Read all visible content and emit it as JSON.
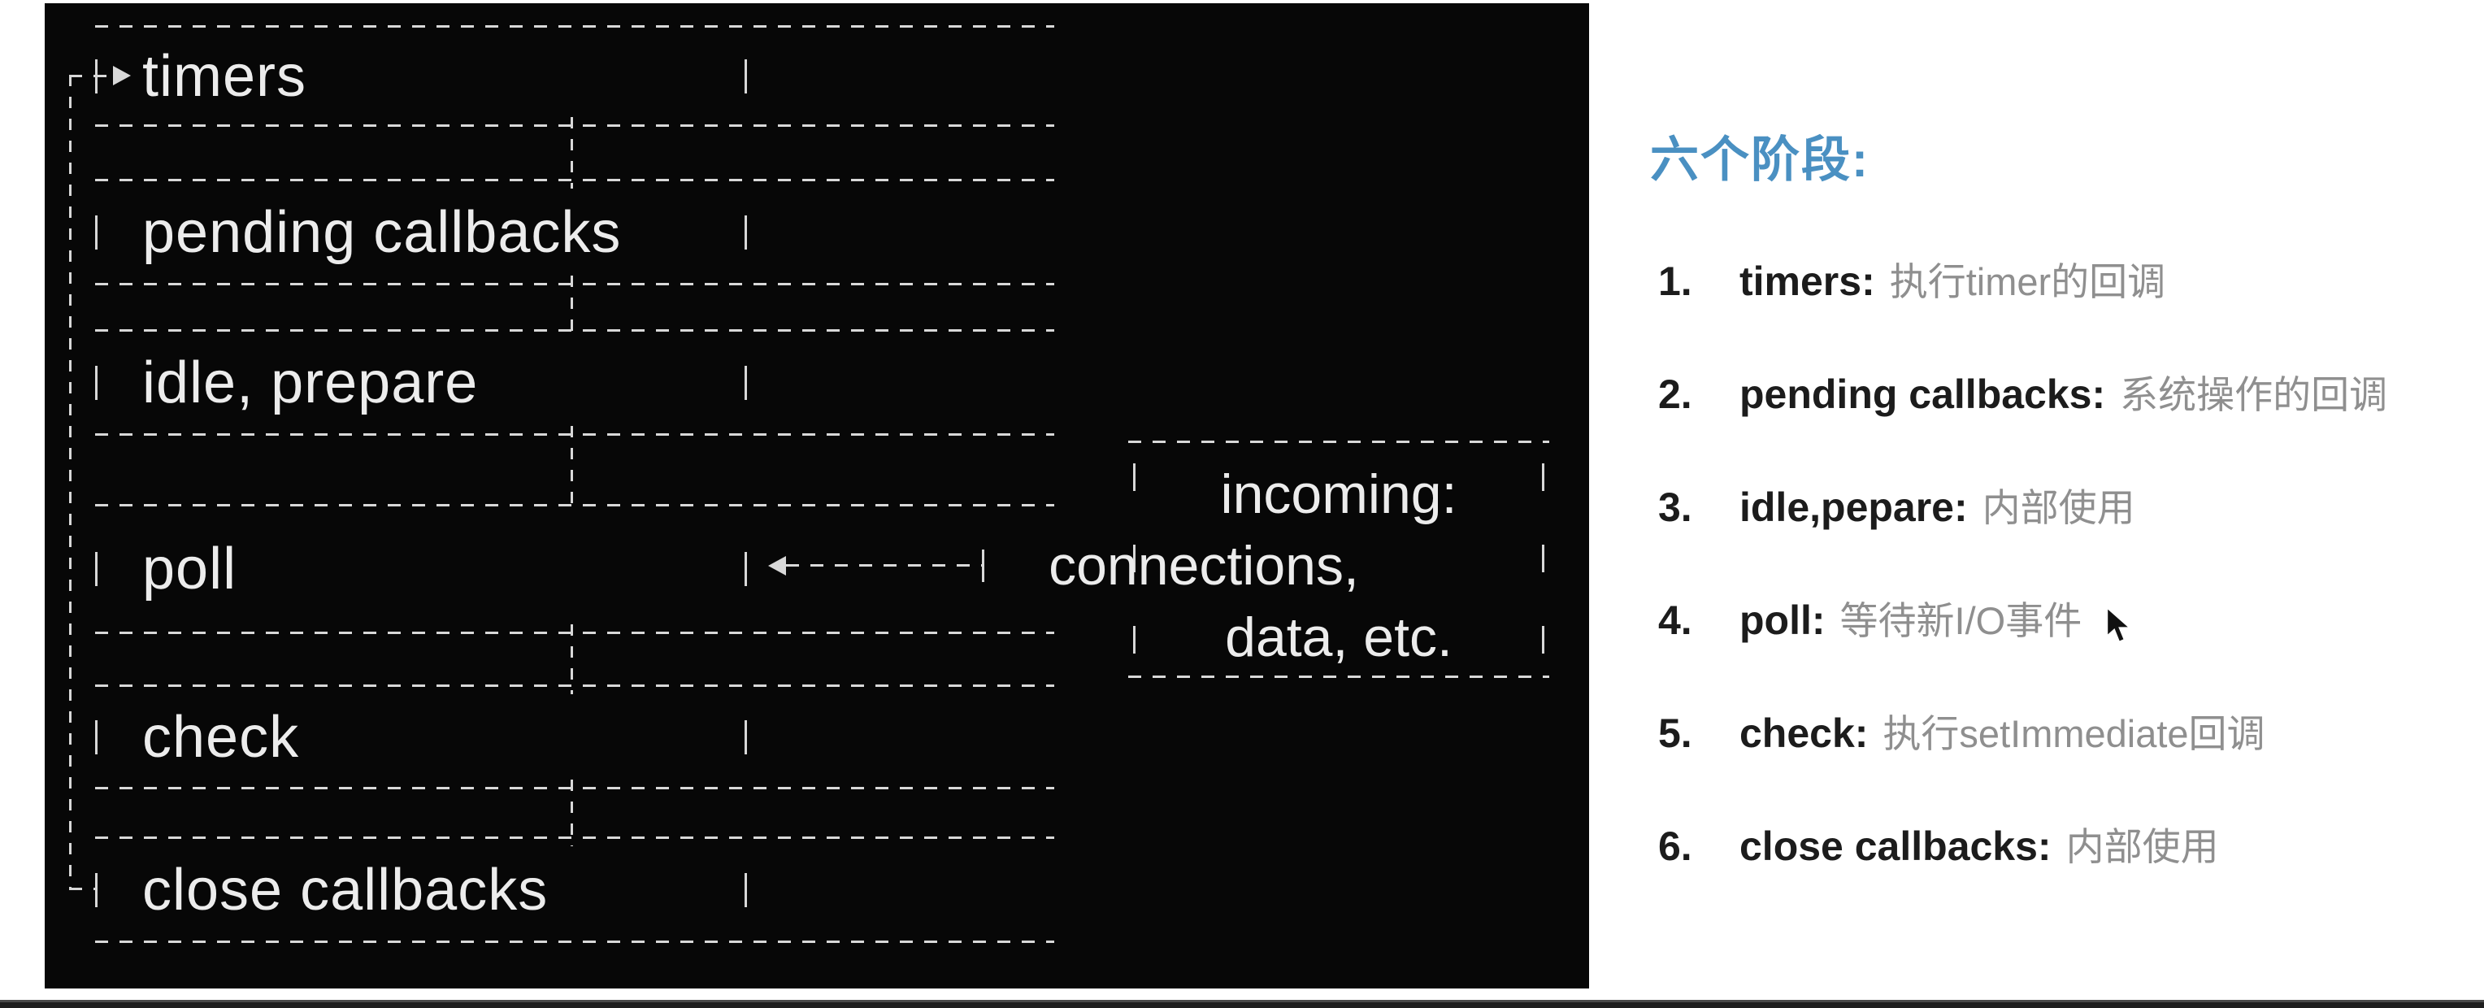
{
  "diagram": {
    "phases": [
      {
        "label": "timers"
      },
      {
        "label": "pending callbacks"
      },
      {
        "label": "idle, prepare"
      },
      {
        "label": "poll"
      },
      {
        "label": "check"
      },
      {
        "label": "close callbacks"
      }
    ],
    "incoming": {
      "line1": "incoming:",
      "line2": "connections,",
      "line3": "data, etc."
    }
  },
  "panel": {
    "heading": "六个阶段:",
    "items": [
      {
        "num": "1.",
        "label": "timers:",
        "desc": "执行timer的回调"
      },
      {
        "num": "2.",
        "label": "pending callbacks:",
        "desc": "系统操作的回调"
      },
      {
        "num": "3.",
        "label": "idle,pepare:",
        "desc": "内部使用"
      },
      {
        "num": "4.",
        "label": "poll:",
        "desc": "等待新I/O事件"
      },
      {
        "num": "5.",
        "label": "check:",
        "desc": "执行setImmediate回调"
      },
      {
        "num": "6.",
        "label": "close callbacks:",
        "desc": "内部使用"
      }
    ]
  },
  "colors": {
    "accent_blue": "#4a90c2",
    "desc_gray": "#8f8f8f",
    "diagram_line": "#d8d8d8",
    "panel_bg": "#070707"
  }
}
